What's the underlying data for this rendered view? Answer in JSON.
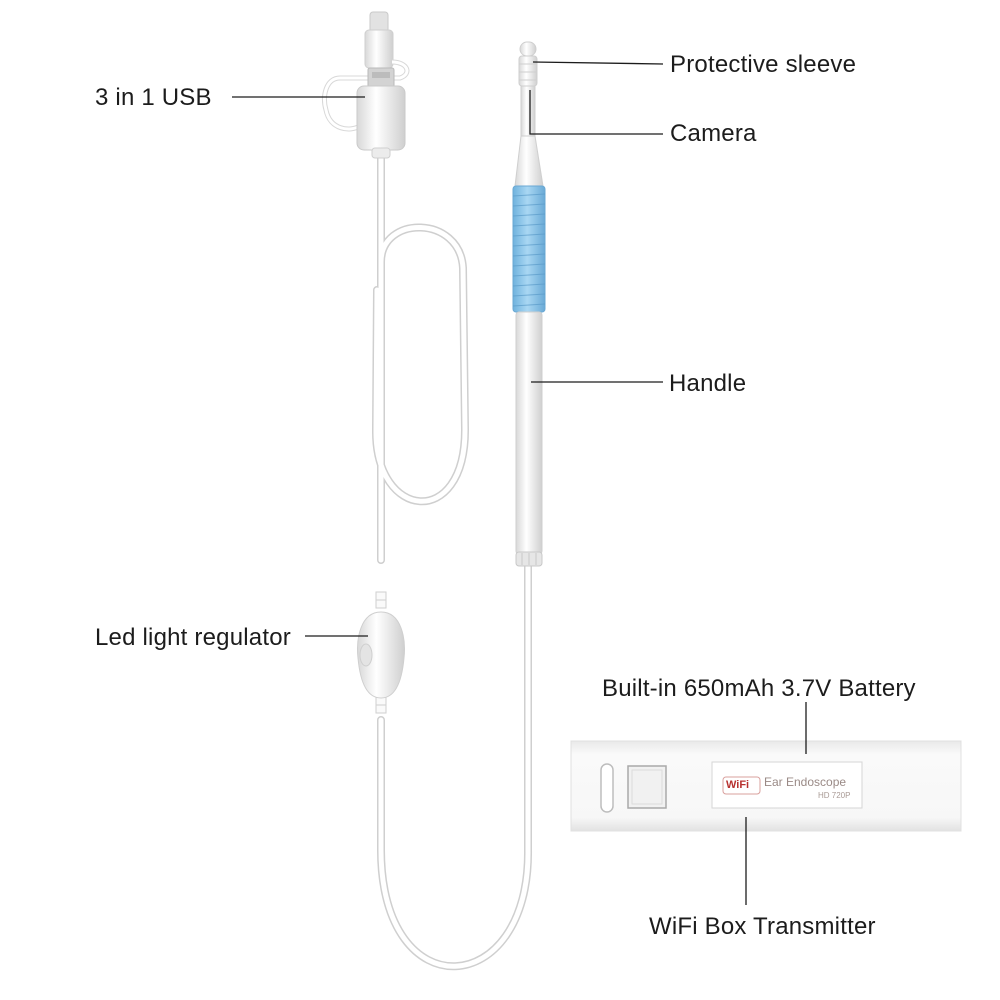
{
  "labels": {
    "protective_sleeve": "Protective sleeve",
    "camera": "Camera",
    "handle": "Handle",
    "usb": "3 in 1 USB",
    "led_regulator": "Led light regulator",
    "battery": "Built-in 650mAh 3.7V Battery",
    "wifi_box": "WiFi Box Transmitter"
  },
  "device_box": {
    "wifi_logo": "WiFi",
    "title": "Ear Endoscope",
    "resolution": "HD 720P"
  },
  "colors": {
    "handle_grip": "#8ec8ec",
    "body": "#f4f4f4",
    "outline": "#d2d2d2",
    "leader_line": "#1c1c1c",
    "logo_red": "#b8312f"
  }
}
